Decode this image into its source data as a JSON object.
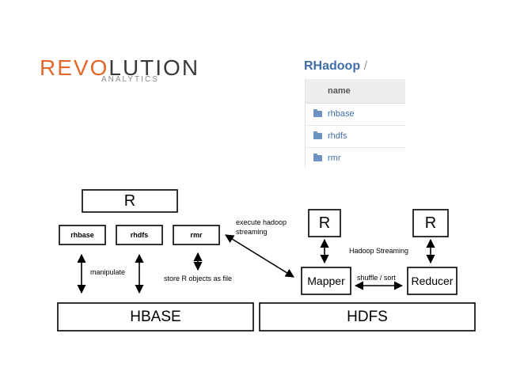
{
  "logo": {
    "prefix": "R",
    "mid": "EVO",
    "suffix": "LUTION",
    "sub": "ANALYTICS"
  },
  "repo": {
    "title": "RHadoop",
    "slash": "/",
    "header": "name",
    "items": [
      "rhbase",
      "rhdfs",
      "rmr"
    ]
  },
  "diagram": {
    "r_top": "R",
    "rhbase": "rhbase",
    "rhdfs": "rhdfs",
    "rmr": "rmr",
    "r_mapper": "R",
    "r_reducer": "R",
    "mapper": "Mapper",
    "reducer": "Reducer",
    "hbase": "HBASE",
    "hdfs": "HDFS",
    "manipulate": "manipulate",
    "store_r_objects": "store R objects as file",
    "execute_line1": "execute hadoop",
    "execute_line2": "streaming",
    "hadoop_streaming": "Hadoop Streaming",
    "shuffle_sort": "shuffle / sort"
  },
  "colors": {
    "logo_orange": "#e3672b",
    "link_blue": "#3e6ea8",
    "folder_blue": "#6d93c3"
  }
}
